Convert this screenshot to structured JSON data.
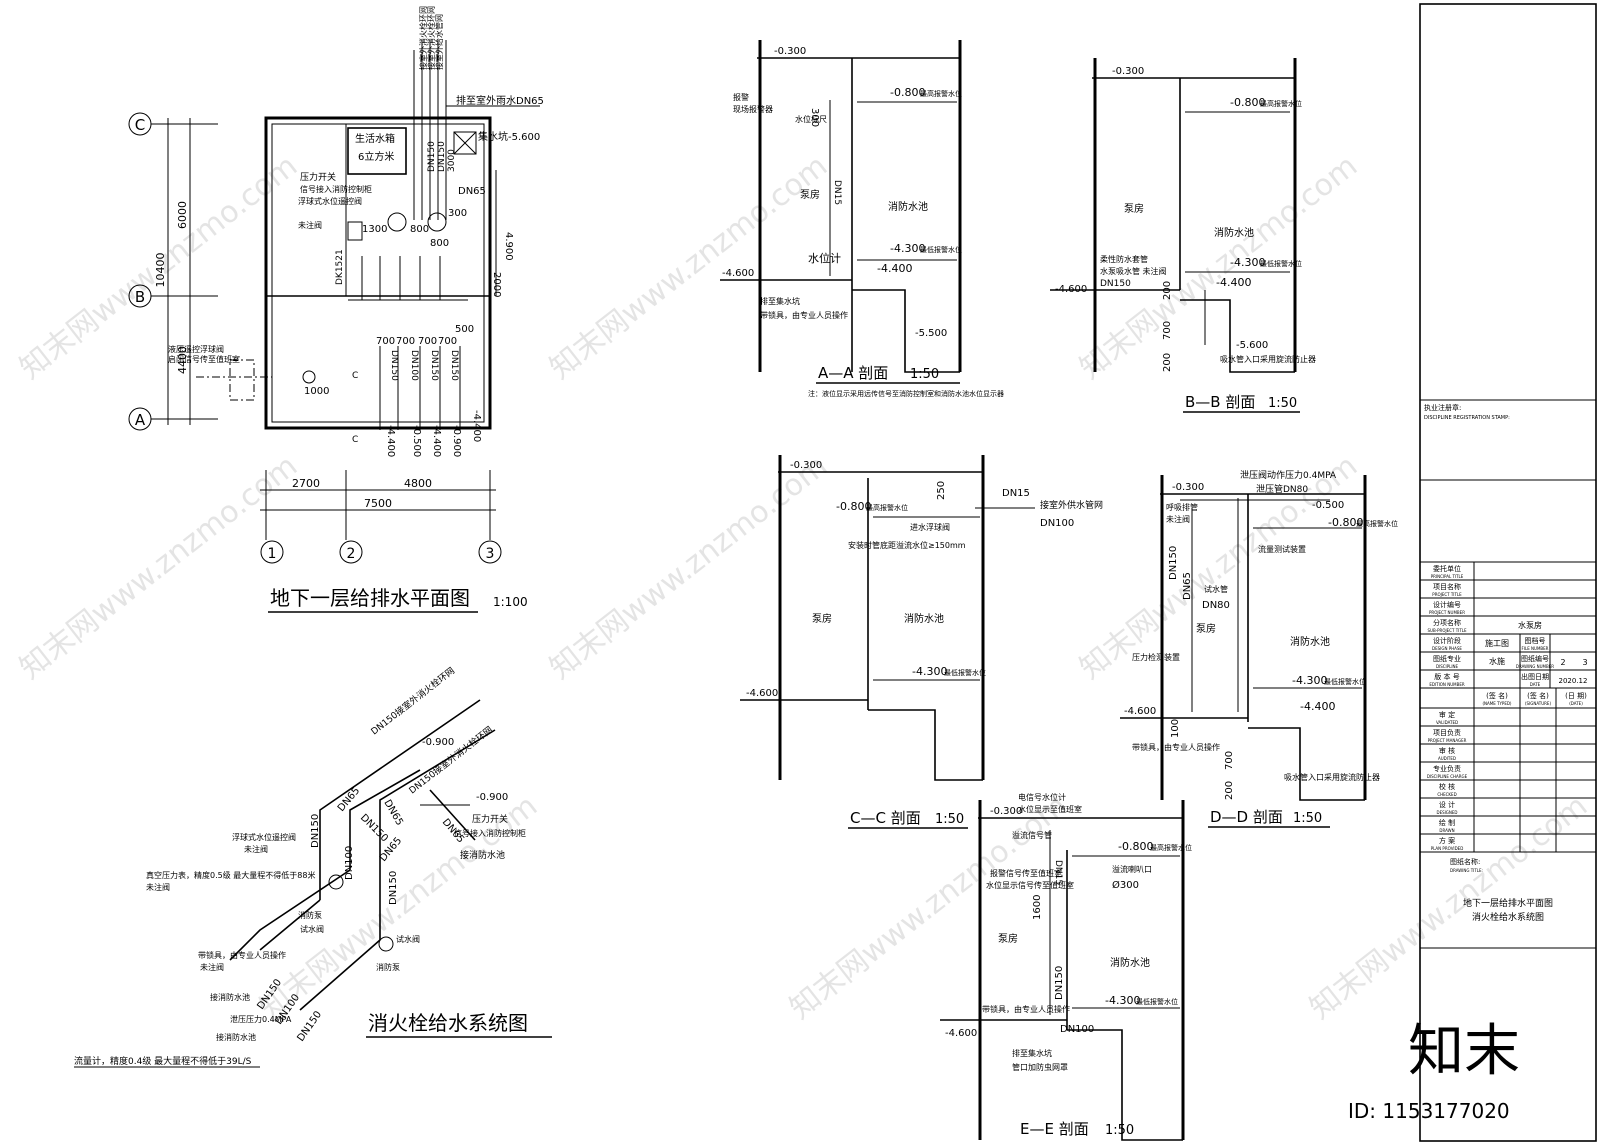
{
  "plan": {
    "title": "地下一层给排水平面图",
    "scale": "1:100",
    "axes_row": [
      "C",
      "B",
      "A"
    ],
    "axes_col": [
      "1",
      "2",
      "3"
    ],
    "dims_left": [
      "6000",
      "4400",
      "10400"
    ],
    "dims_bottom": [
      "2700",
      "4800",
      "7500"
    ],
    "labels": {
      "tank": "生活水箱",
      "tank_vol": "6立方米",
      "dn65_out": "排至室外雨水DN65",
      "level": "集水坑-5.600",
      "pressure_switch": "压力开关",
      "signal": "信号接入消防控制柜",
      "valve_note": "浮球式水位遥控阀",
      "unnoted": "未注阀",
      "pipe_dn150a": "DN150",
      "pipe_dn150b": "DN150",
      "d3000": "3000",
      "dn65": "DN65",
      "d4900": "4.900",
      "d300": "300",
      "d800": "800",
      "d2000": "2000",
      "d500": "500",
      "d1300": "1300",
      "dk": "DK1521",
      "d700": "700",
      "d1000": "1000",
      "c": "C",
      "elev1": "-4.400",
      "elev2": "-0.500",
      "elev3": "-4.400",
      "elev4": "-0.900",
      "elev5": "-4.400",
      "left_note1": "液压遥控浮球阀",
      "left_note2": "启闭信号传至值班室",
      "vert_notes": [
        "接室外消火栓环网",
        "接室外消火栓环网",
        "接室外给水管网",
        "接室外DN150",
        "接室外给水"
      ],
      "pipe_vert": [
        "DN150",
        "DN100",
        "DN150",
        "DN150"
      ]
    }
  },
  "system": {
    "title": "消火栓给水系统图",
    "labels": {
      "dn150_top": "DN150接室外消火栓环网",
      "e900a": "-0.900",
      "dn150_mid": "DN150接室外消火栓环网",
      "e900b": "-0.900",
      "ps": "压力开关",
      "sig": "信号接入消防控制柜",
      "dn65a": "DN65",
      "dn65b": "DN65",
      "dn65c": "DN65",
      "dn65d": "DN65",
      "dn150a": "DN150",
      "dn150b": "DN150",
      "dn150c": "DN150",
      "dn100a": "DN100",
      "dn100b": "DN100",
      "dn150d": "DN150",
      "dn150e": "DN150",
      "pool": "接消防水池",
      "pool2": "接消防水池",
      "pool3": "接消防水池",
      "float": "浮球式水位遥控阀",
      "unnoted1": "未注阀",
      "vac": "真空压力表，精度0.5级 最大量程不得低于88米",
      "unnoted2": "未注阀",
      "test": "试水阀",
      "pump": "消防泵",
      "test2": "试水阀",
      "pump2": "消防泵",
      "lock": "带锁具，由专业人员操作",
      "unnoted3": "未注阀",
      "press": "泄压压力0.4MPA",
      "flow": "流量计，精度0.4级 最大量程不得低于39L/S"
    }
  },
  "sections": {
    "aa": {
      "title": "A—A 剖面",
      "scale": "1:50",
      "note": "注：液位显示采用远传信号至消防控制室和消防水池水位显示器",
      "top": "-0.300",
      "e800": "-0.800",
      "e800n": "最高报警水位",
      "e4300": "-4.300",
      "e4300n": "最低报警水位",
      "e4400": "-4.400",
      "e4600": "-4.600",
      "e5500": "-5.500",
      "pump_room": "泵房",
      "pool": "消防水池",
      "alarm": "报警",
      "alarm2": "现场报警器",
      "d300": "300",
      "level_rule": "水位标尺",
      "dn15": "DN15",
      "gauge": "水位计",
      "drain": "排至集水坑",
      "lock": "带锁具，由专业人员操作"
    },
    "bb": {
      "title": "B—B 剖面",
      "scale": "1:50",
      "top": "-0.300",
      "e800": "-0.800",
      "e800n": "最高报警水位",
      "e4300": "-4.300",
      "e4300n": "最低报警水位",
      "e4400": "-4.400",
      "e4600": "-4.600",
      "e5600": "-5.600",
      "pump_room": "泵房",
      "pool": "消防水池",
      "flex": "柔性防水套管",
      "suction": "水泵吸水管 未注阀",
      "dn150": "DN150",
      "d200": "200",
      "d700": "700",
      "d200b": "200",
      "vortex": "吸水管入口采用旋流防止器"
    },
    "cc": {
      "title": "C—C 剖面",
      "scale": "1:50",
      "top": "-0.300",
      "e800": "-0.800",
      "e800n": "最高报警水位",
      "e4300": "-4.300",
      "e4300n": "最低报警水位",
      "e4600": "-4.600",
      "dn15": "DN15",
      "d250": "250",
      "supply": "接室外供水管网",
      "dn100": "DN100",
      "inlet": "进水浮球阀",
      "overflow": "安装时管底距溢流水位≥150mm",
      "pump_room": "泵房",
      "pool": "消防水池"
    },
    "dd": {
      "title": "D—D 剖面",
      "scale": "1:50",
      "relief": "泄压阀动作压力0.4MPA",
      "top": "-0.300",
      "vent": "呼吸排管",
      "unnoted": "未注阀",
      "relief2": "泄压管DN80",
      "e500": "-0.500",
      "e800": "-0.800",
      "e800n": "最高报警水位",
      "flowtest": "流量测试装置",
      "dn150": "DN150",
      "dn65": "DN65",
      "test": "试水管",
      "dn80": "DN80",
      "pump_room": "泵房",
      "pool": "消防水池",
      "ptest": "压力检测装置",
      "e4300": "-4.300",
      "e4300n": "最低报警水位",
      "e4400": "-4.400",
      "e4600": "-4.600",
      "d100": "100",
      "d700": "700",
      "d200": "200",
      "lock": "带锁具，由专业人员操作",
      "vortex": "吸水管入口采用旋流防止器"
    },
    "ee": {
      "title": "E—E 剖面",
      "scale": "1:50",
      "signal": "电信号水位计",
      "signal2": "水位显示至值班室",
      "top": "-0.300",
      "overflow": "溢流信号管",
      "e800": "-0.800",
      "e800n": "最高报警水位",
      "inlet": "溢流喇叭口",
      "d300": "Ø300",
      "dn15": "DN15",
      "alarm": "报警信号传至值班室",
      "display": "水位显示信号传至值班室",
      "d1600": "1600",
      "pump_room": "泵房",
      "pool": "消防水池",
      "dn150": "DN150",
      "e4300": "-4.300",
      "e4300n": "最低报警水位",
      "lock": "带锁具，由专业人员操作",
      "e4600": "-4.600",
      "dn100": "DN100",
      "drain": "排至集水坑",
      "net": "管口加防虫网罩"
    }
  },
  "titleblock": {
    "stamp": "执业注册章:",
    "stamp_en": "DISCIPLINE REGISTRATION STAMP:",
    "rows": [
      {
        "cn": "委托单位",
        "en": "PRINCIPAL TITLE",
        "val": ""
      },
      {
        "cn": "项目名称",
        "en": "PROJECT TITLE",
        "val": ""
      },
      {
        "cn": "设计编号",
        "en": "PROJECT NUMBER",
        "val": ""
      },
      {
        "cn": "分项名称",
        "en": "SUB-PROJECT TITLE",
        "val": "水泵房"
      },
      {
        "cn": "设计阶段",
        "en": "DESIGN PHASE",
        "val": "施工图"
      },
      {
        "cn": "图纸专业",
        "en": "DISCIPLINE",
        "val": "水施"
      },
      {
        "cn": "版 本 号",
        "en": "EDITION NUMBER",
        "val": ""
      }
    ],
    "file_no": "图档号",
    "file_no_en": "FILE NUMBER",
    "drawing_no": "图纸编号",
    "drawing_no_en": "DRAWING NUMBER",
    "drawing_no_val1": "2",
    "drawing_no_val2": "3",
    "date_label": "出图日期",
    "date_en": "DATE",
    "date_val": "2020.12",
    "sign_cols": [
      "(签 名)",
      "(签 名)",
      "(日 期)"
    ],
    "sign_cols_en": [
      "(NAME TYPED)",
      "(SIGNATURE)",
      "(DATE)"
    ],
    "roles": [
      {
        "cn": "审 定",
        "en": "VALIDATED"
      },
      {
        "cn": "项目负责",
        "en": "PROJECT MANAGER"
      },
      {
        "cn": "审 核",
        "en": "AUDITED"
      },
      {
        "cn": "专业负责",
        "en": "DISCIPLINE CHARGE"
      },
      {
        "cn": "校 核",
        "en": "CHECKED"
      },
      {
        "cn": "设 计",
        "en": "DESIGNED"
      },
      {
        "cn": "绘 制",
        "en": "DRAWN"
      },
      {
        "cn": "方 案",
        "en": "PLAN PROVIDED"
      }
    ],
    "drawing_title": "图纸名称:",
    "drawing_title_en": "DRAWING TITLE:",
    "title_line1": "地下一层给排水平面图",
    "title_line2": "消火栓给水系统图"
  },
  "watermark": {
    "site": "知末网www.znzmo.com",
    "logo": "知末",
    "id": "ID: 1153177020"
  }
}
